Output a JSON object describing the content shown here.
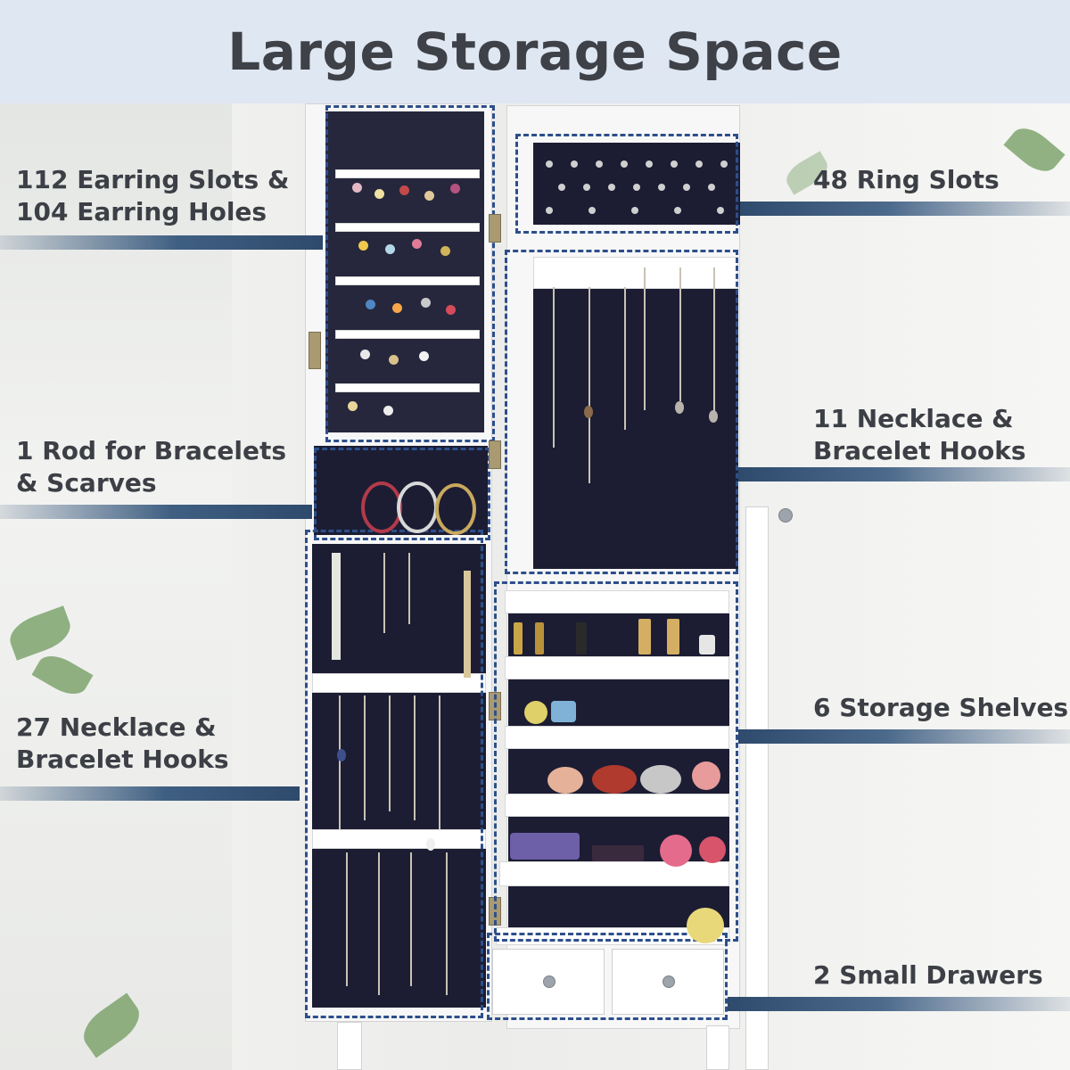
{
  "header": {
    "title": "Large Storage Space"
  },
  "labels": {
    "earrings": {
      "line1": "112 Earring Slots &",
      "line2": "104 Earring Holes"
    },
    "rod": {
      "line1": "1 Rod for Bracelets",
      "line2": "& Scarves"
    },
    "necklace_left": {
      "line1": "27 Necklace &",
      "line2": "Bracelet Hooks"
    },
    "rings": {
      "line1": "48 Ring Slots"
    },
    "necklace_right": {
      "line1": "11 Necklace &",
      "line2": "Bracelet Hooks"
    },
    "shelves": {
      "line1": "6 Storage Shelves"
    },
    "drawers": {
      "line1": "2 Small Drawers"
    }
  },
  "colors": {
    "header_bg": "#dfe7f3",
    "title_text": "#3e4147",
    "callout_bar": "#2e4a6c",
    "dashed_outline": "#2d4f8a",
    "velvet": "#1c1d33",
    "cabinet": "#f7f7f7"
  }
}
